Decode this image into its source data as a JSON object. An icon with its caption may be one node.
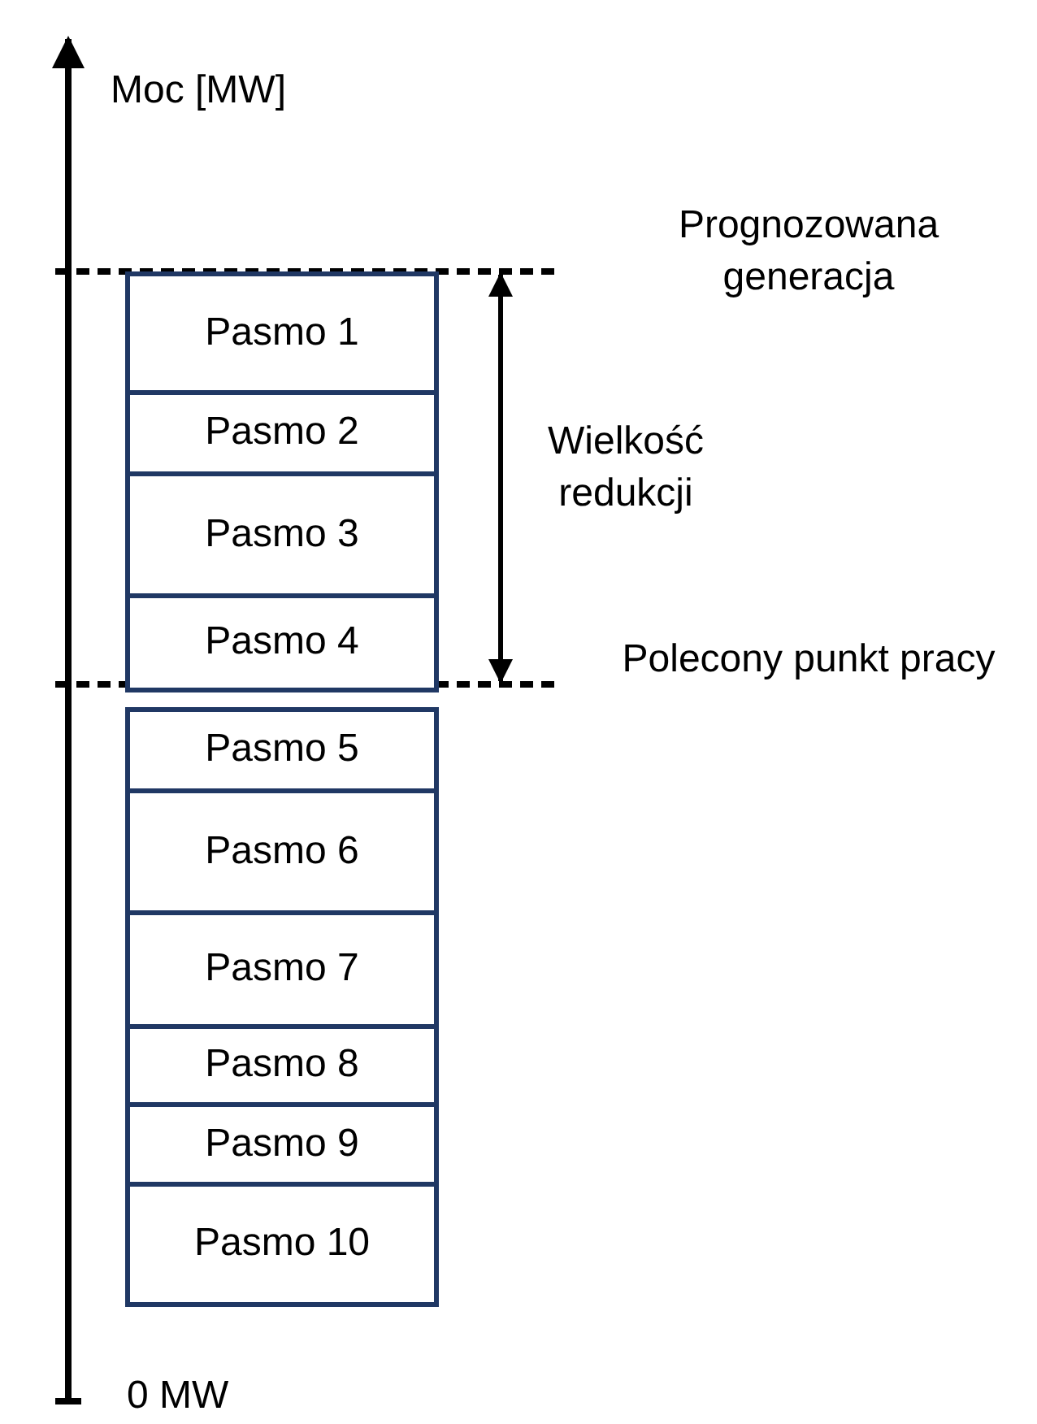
{
  "diagram": {
    "nodes": [
      {
        "text": [
          "Pasmo 1"
        ]
      },
      {
        "text": [
          "Pasmo 2"
        ]
      },
      {
        "text": [
          "Pasmo 3"
        ]
      },
      {
        "text": [
          "Pasmo 4"
        ]
      },
      {
        "text": [
          "Pasmo 5"
        ]
      },
      {
        "text": [
          "Pasmo 6"
        ]
      },
      {
        "text": [
          "Pasmo 7"
        ]
      },
      {
        "text": [
          "Pasmo 8"
        ]
      },
      {
        "text": [
          "Pasmo 9"
        ]
      },
      {
        "text": [
          "Pasmo 10"
        ]
      }
    ],
    "edges": [],
    "labels": [
      "Moc [MW]",
      "Prognozowana generacja",
      "Wielkość redukcji",
      "Polecony punkt pracy",
      "0 MW"
    ]
  }
}
